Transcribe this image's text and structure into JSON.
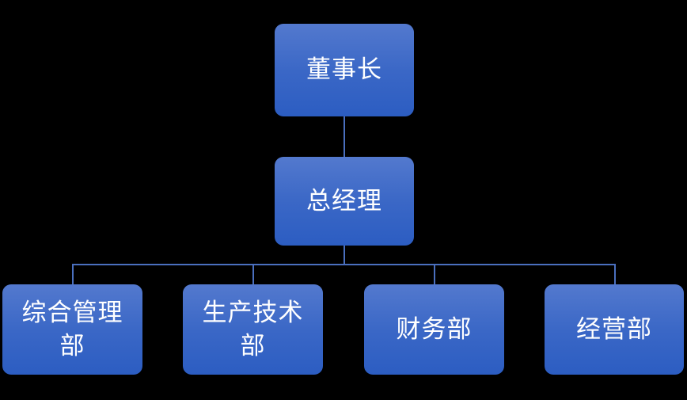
{
  "diagram": {
    "type": "org-chart",
    "colors": {
      "background": "#000000",
      "node_gradient_top": "#5379ce",
      "node_gradient_bottom": "#2c5dc2",
      "connector": "#4a6fbe",
      "text": "#ffffff"
    },
    "nodes": [
      {
        "id": "chairman",
        "label": "董事长",
        "level": 1,
        "reports_to": null
      },
      {
        "id": "general-manager",
        "label": "总经理",
        "level": 2,
        "reports_to": "chairman"
      },
      {
        "id": "dept-general-admin",
        "label": "综合管理\n部",
        "level": 3,
        "reports_to": "general-manager"
      },
      {
        "id": "dept-production-tech",
        "label": "生产技术\n部",
        "level": 3,
        "reports_to": "general-manager"
      },
      {
        "id": "dept-finance",
        "label": "财务部",
        "level": 3,
        "reports_to": "general-manager"
      },
      {
        "id": "dept-operations",
        "label": "经营部",
        "level": 3,
        "reports_to": "general-manager"
      }
    ]
  }
}
